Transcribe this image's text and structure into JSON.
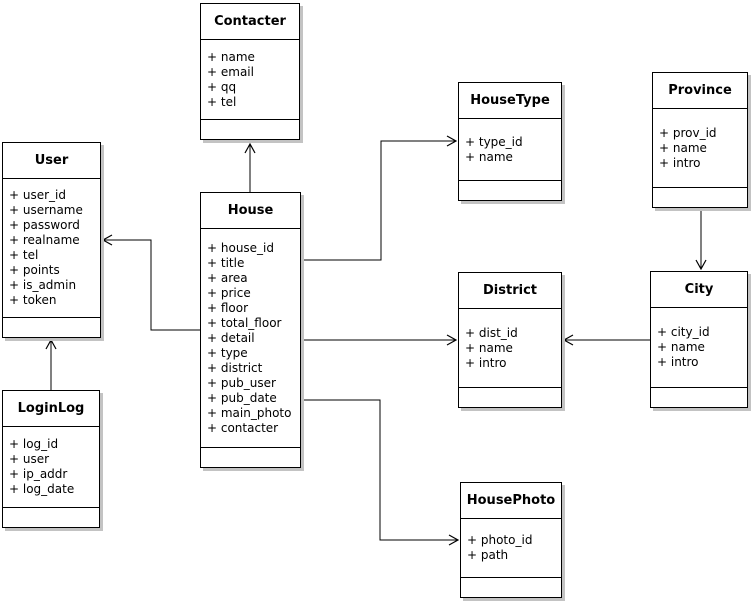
{
  "diagram": {
    "type": "uml-class-diagram",
    "background_color": "#ffffff",
    "box_fill_color": "#ffffff",
    "box_border_color": "#000000",
    "box_shadow_color": "#c3c3c3",
    "line_color": "#000000",
    "arrow_style": "open-v"
  },
  "entities": [
    {
      "name": "Contacter",
      "attributes": [
        "+ name",
        "+ email",
        "+ qq",
        "+ tel"
      ]
    },
    {
      "name": "User",
      "attributes": [
        "+ user_id",
        "+ username",
        "+ password",
        "+ realname",
        "+ tel",
        "+ points",
        "+ is_admin",
        "+ token"
      ]
    },
    {
      "name": "House",
      "attributes": [
        "+ house_id",
        "+ title",
        "+ area",
        "+ price",
        "+ floor",
        "+ total_floor",
        "+ detail",
        "+ type",
        "+ district",
        "+ pub_user",
        "+ pub_date",
        "+ main_photo",
        "+ contacter"
      ]
    },
    {
      "name": "HouseType",
      "attributes": [
        "+ type_id",
        "+ name"
      ]
    },
    {
      "name": "Province",
      "attributes": [
        "+ prov_id",
        "+ name",
        "+ intro"
      ]
    },
    {
      "name": "District",
      "attributes": [
        "+ dist_id",
        "+ name",
        "+ intro"
      ]
    },
    {
      "name": "City",
      "attributes": [
        "+ city_id",
        "+ name",
        "+ intro"
      ]
    },
    {
      "name": "LoginLog",
      "attributes": [
        "+ log_id",
        "+ user",
        "+ ip_addr",
        "+ log_date"
      ]
    },
    {
      "name": "HousePhoto",
      "attributes": [
        "+ photo_id",
        "+ path"
      ]
    }
  ],
  "relationships": [
    {
      "from": "House",
      "to": "Contacter"
    },
    {
      "from": "House",
      "to": "User"
    },
    {
      "from": "House",
      "to": "HouseType"
    },
    {
      "from": "House",
      "to": "District"
    },
    {
      "from": "House",
      "to": "HousePhoto"
    },
    {
      "from": "Province",
      "to": "City"
    },
    {
      "from": "City",
      "to": "District"
    },
    {
      "from": "LoginLog",
      "to": "User"
    }
  ]
}
